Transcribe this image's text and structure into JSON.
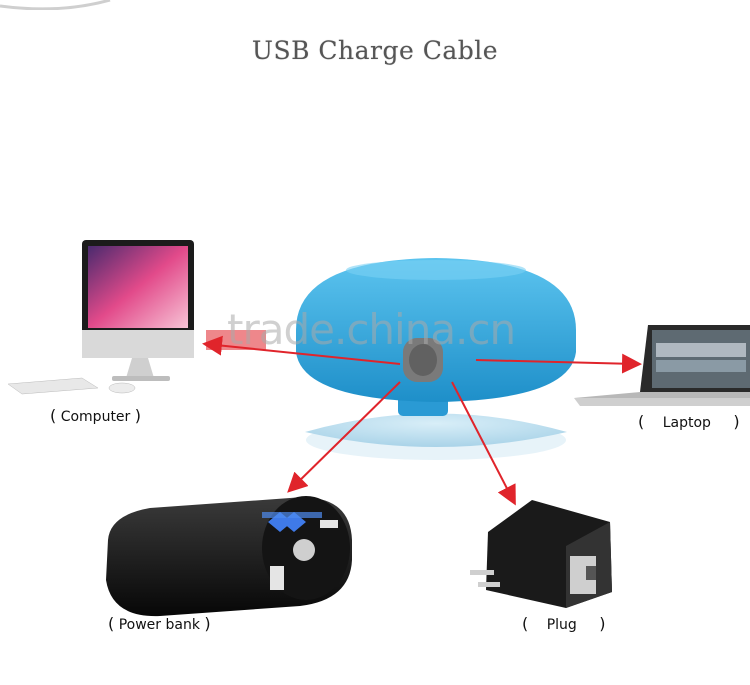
{
  "title": "USB Charge Cable",
  "watermark": "trade.china.cn",
  "devices": {
    "computer": {
      "label": "Computer"
    },
    "laptop": {
      "label": "Laptop"
    },
    "power_bank": {
      "label": "Power bank"
    },
    "plug": {
      "label": "Plug"
    }
  },
  "parens": {
    "open": "(",
    "close": ")"
  },
  "colors": {
    "speaker": "#2aa6de",
    "arrow": "#e0242b",
    "title": "#555555"
  },
  "icons": [
    "computer-icon",
    "laptop-icon",
    "power-bank-icon",
    "plug-icon",
    "speaker-icon"
  ]
}
